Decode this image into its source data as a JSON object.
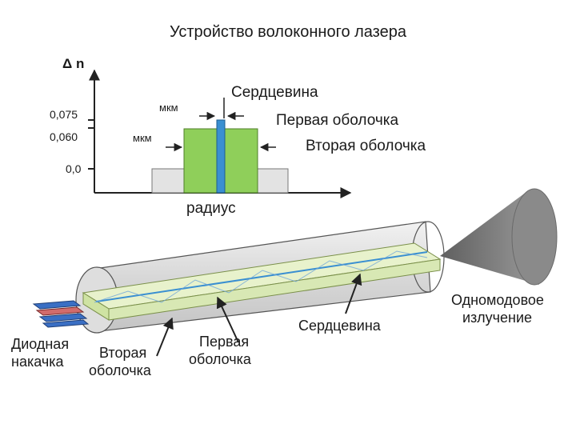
{
  "title": "Устройство волоконного лазера",
  "profile": {
    "y_axis_label": "Δ n",
    "x_axis_label": "радиус",
    "ticks": [
      "0,075",
      "0,060",
      "0,0"
    ],
    "unit_top": "мкм",
    "unit_left": "мкм",
    "legend": [
      "Сердцевина",
      "Первая оболочка",
      "Вторая оболочка"
    ]
  },
  "fiber": {
    "labels": {
      "diode_pump": [
        "Диодная",
        "накачка"
      ],
      "second_cladding": [
        "Вторая",
        "оболочка"
      ],
      "first_cladding": [
        "Первая",
        "оболочка"
      ],
      "core": "Сердцевина",
      "output": [
        "Одномодовое",
        "излучение"
      ]
    }
  },
  "colors": {
    "core": "#3a8fd1",
    "first_cladding": "#8fcf5a",
    "second_cladding": "#e3e3e3",
    "cone": "#8a8a8a"
  }
}
